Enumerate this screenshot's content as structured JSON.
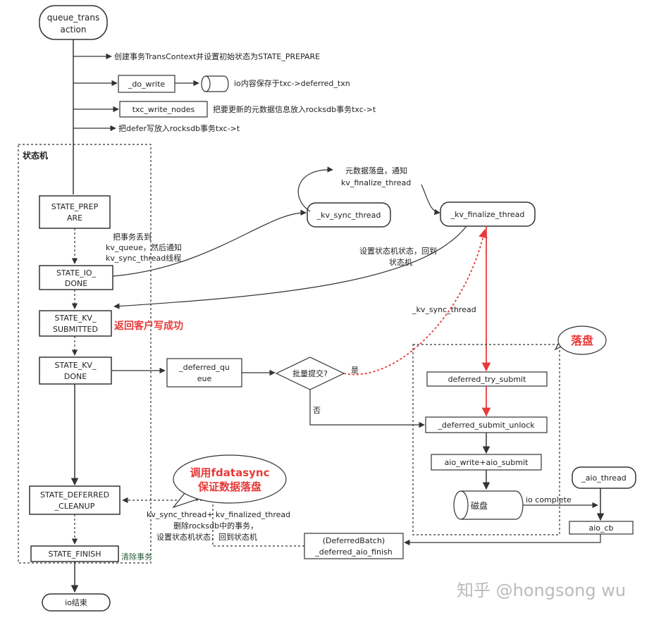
{
  "start": [
    "queue_trans",
    "action"
  ],
  "steps": {
    "create_txc": "创建事务TransContext并设置初始状态为STATE_PREPARE",
    "do_write": "_do_write",
    "io_save": "io内容保存于txc->deferred_txn",
    "txc_write_nodes": "txc_write_nodes",
    "meta_put": "把要更新的元数据信息放入rocksdb事务txc->t",
    "defer_put": "把defer写放入rocksdb事务txc->t"
  },
  "state_machine": {
    "title": "状态机",
    "prepare": [
      "STATE_PREP",
      "ARE"
    ],
    "io_done": [
      "STATE_IO_",
      "DONE"
    ],
    "kv_submitted": [
      "STATE_KV_",
      "SUBMITTED"
    ],
    "kv_done": [
      "STATE_KV_",
      "DONE"
    ],
    "deferred_cleanup": [
      "STATE_DEFERRED",
      "_CLEANUP"
    ],
    "finish": "STATE_FINISH"
  },
  "threads": {
    "kv_sync": "_kv_sync_thread",
    "kv_finalize": "_kv_finalize_thread",
    "aio": "_aio_thread"
  },
  "notes": {
    "to_kv_queue": [
      "把事务丢到",
      "kv_queue，然后通知",
      "kv_sync_thread线程"
    ],
    "meta_flush": [
      "元数据落盘，通知",
      "kv_finalize_thread"
    ],
    "set_state_back": [
      "设置状态机状态，回到",
      "状态机"
    ],
    "kv_sync_label": "_kv_sync_thread",
    "return_success": "返回客户写成功",
    "yes": "是",
    "no": "否",
    "io_complete": "io complete",
    "cleanup_note": [
      "kv_sync_thread+ kv_finalized_thread",
      "删除rocksdb中的事务，",
      "设置状态机状态，回到状态机"
    ],
    "clear_txn": "清除事务"
  },
  "deferred": {
    "queue": [
      "_deferred_qu",
      "eue"
    ],
    "batch_submit": "批量提交?",
    "try_submit": "deferred_try_submit",
    "submit_unlock": "_deferred_submit_unlock",
    "aio_write": "aio_write+aio_submit",
    "disk": "磁盘",
    "aio_cb": "aio_cb",
    "aio_finish": [
      "(DeferredBatch)",
      "_deferred_aio_finish"
    ]
  },
  "callouts": {
    "flush": "落盘",
    "fdatasync": [
      "调用fdatasync",
      "保证数据落盘"
    ]
  },
  "end": "io结束",
  "watermark": "知乎 @hongsong wu",
  "colors": {
    "line": "#333333",
    "red": "#e83a3a",
    "red_text": "#e83a3a",
    "note_green": "#2a5a3a"
  }
}
